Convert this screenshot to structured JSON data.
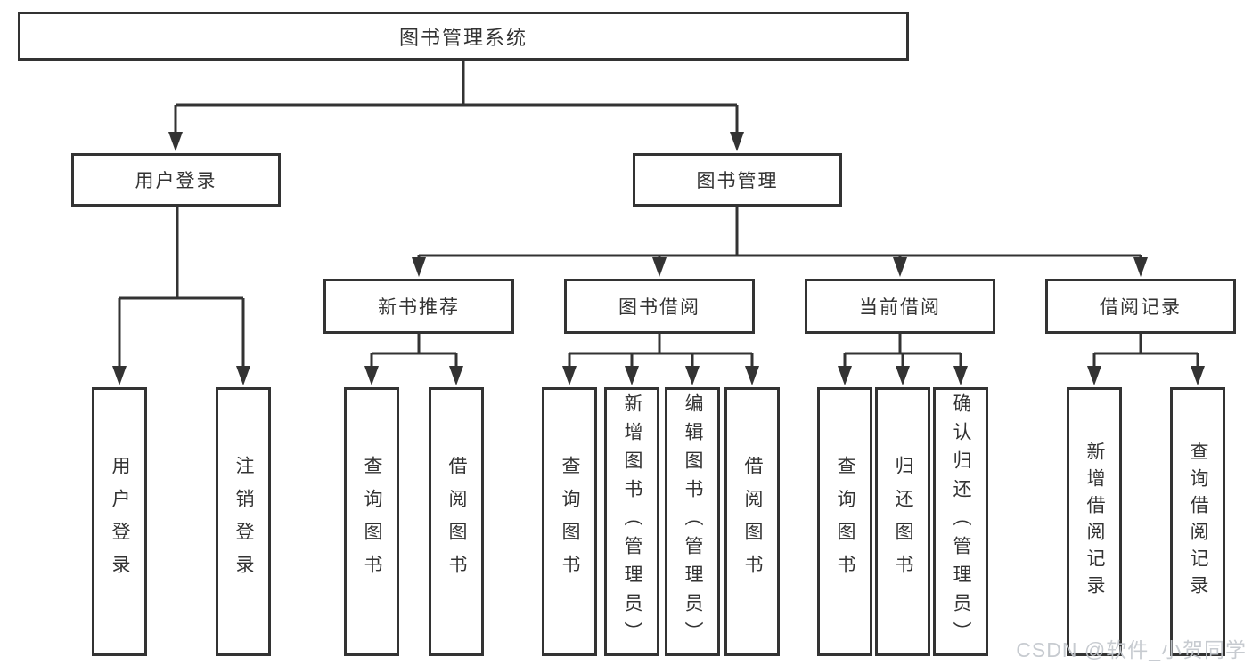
{
  "colors": {
    "line": "#333333",
    "text": "#333333",
    "bg": "#ffffff",
    "watermark": "#c3c7cd"
  },
  "tree": {
    "root": {
      "label": "图书管理系统"
    },
    "branches": [
      {
        "label": "用户登录",
        "children": [
          {
            "label": "用户登录"
          },
          {
            "label": "注销登录"
          }
        ]
      },
      {
        "label": "图书管理",
        "children": [
          {
            "label": "新书推荐",
            "children": [
              {
                "label": "查询图书"
              },
              {
                "label": "借阅图书"
              }
            ]
          },
          {
            "label": "图书借阅",
            "children": [
              {
                "label": "查询图书"
              },
              {
                "label": "新增图书（管理员）"
              },
              {
                "label": "编辑图书（管理员）"
              },
              {
                "label": "借阅图书"
              }
            ]
          },
          {
            "label": "当前借阅",
            "children": [
              {
                "label": "查询图书"
              },
              {
                "label": "归还图书"
              },
              {
                "label": "确认归还（管理员）"
              }
            ]
          },
          {
            "label": "借阅记录",
            "children": [
              {
                "label": "新增借阅记录"
              },
              {
                "label": "查询借阅记录"
              }
            ]
          }
        ]
      }
    ]
  },
  "watermark": {
    "text": "CSDN @软件_小贺同学"
  }
}
